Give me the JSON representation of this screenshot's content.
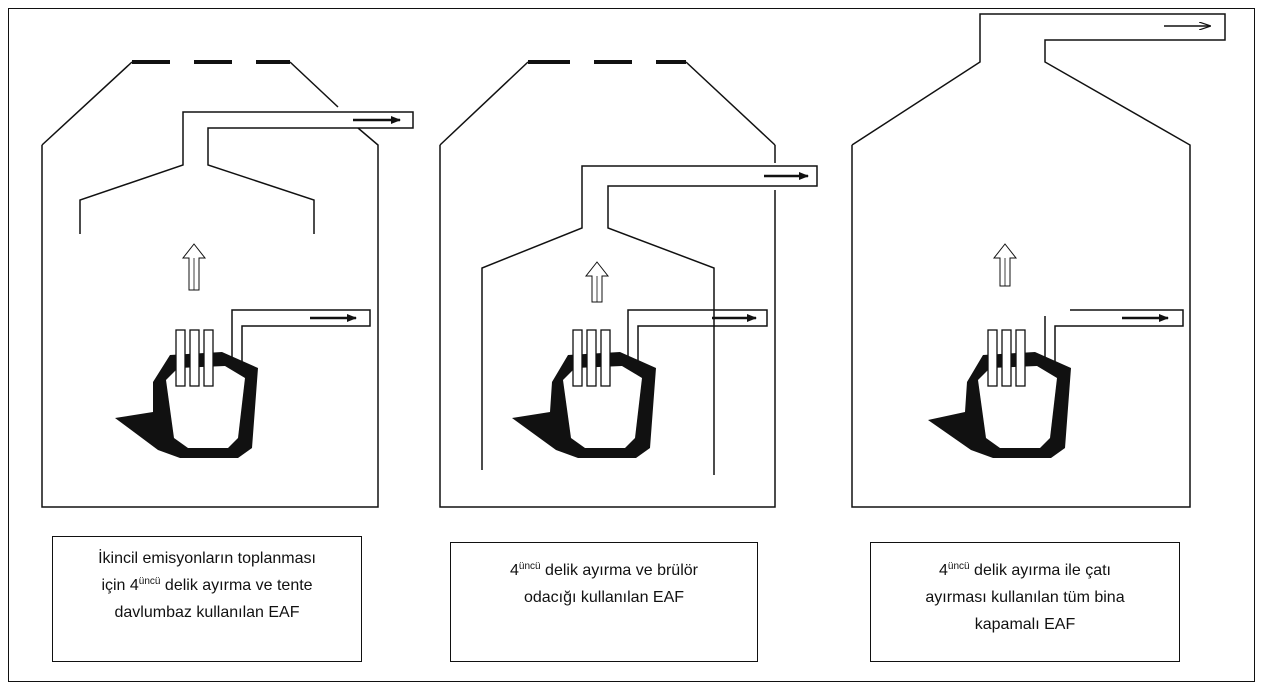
{
  "captions": [
    {
      "line1": "İkincil emisyonların toplanması",
      "line2_pre": "için 4",
      "line2_sup": "üncü",
      "line2_post": " delik ayırma ve tente",
      "line3": "davlumbaz kullanılan EAF"
    },
    {
      "line1_pre": "4",
      "line1_sup": "üncü",
      "line1_post": " delik ayırma ve brülör",
      "line2": "odacığı kullanılan EAF"
    },
    {
      "line1_pre": "4",
      "line1_sup": "üncü",
      "line1_post": " delik ayırma ile çatı",
      "line2": "ayırması kullanılan tüm bina",
      "line3": "kapamalı EAF"
    }
  ],
  "colors": {
    "stroke": "#111111",
    "furnace": "#111111",
    "background": "#ffffff"
  }
}
